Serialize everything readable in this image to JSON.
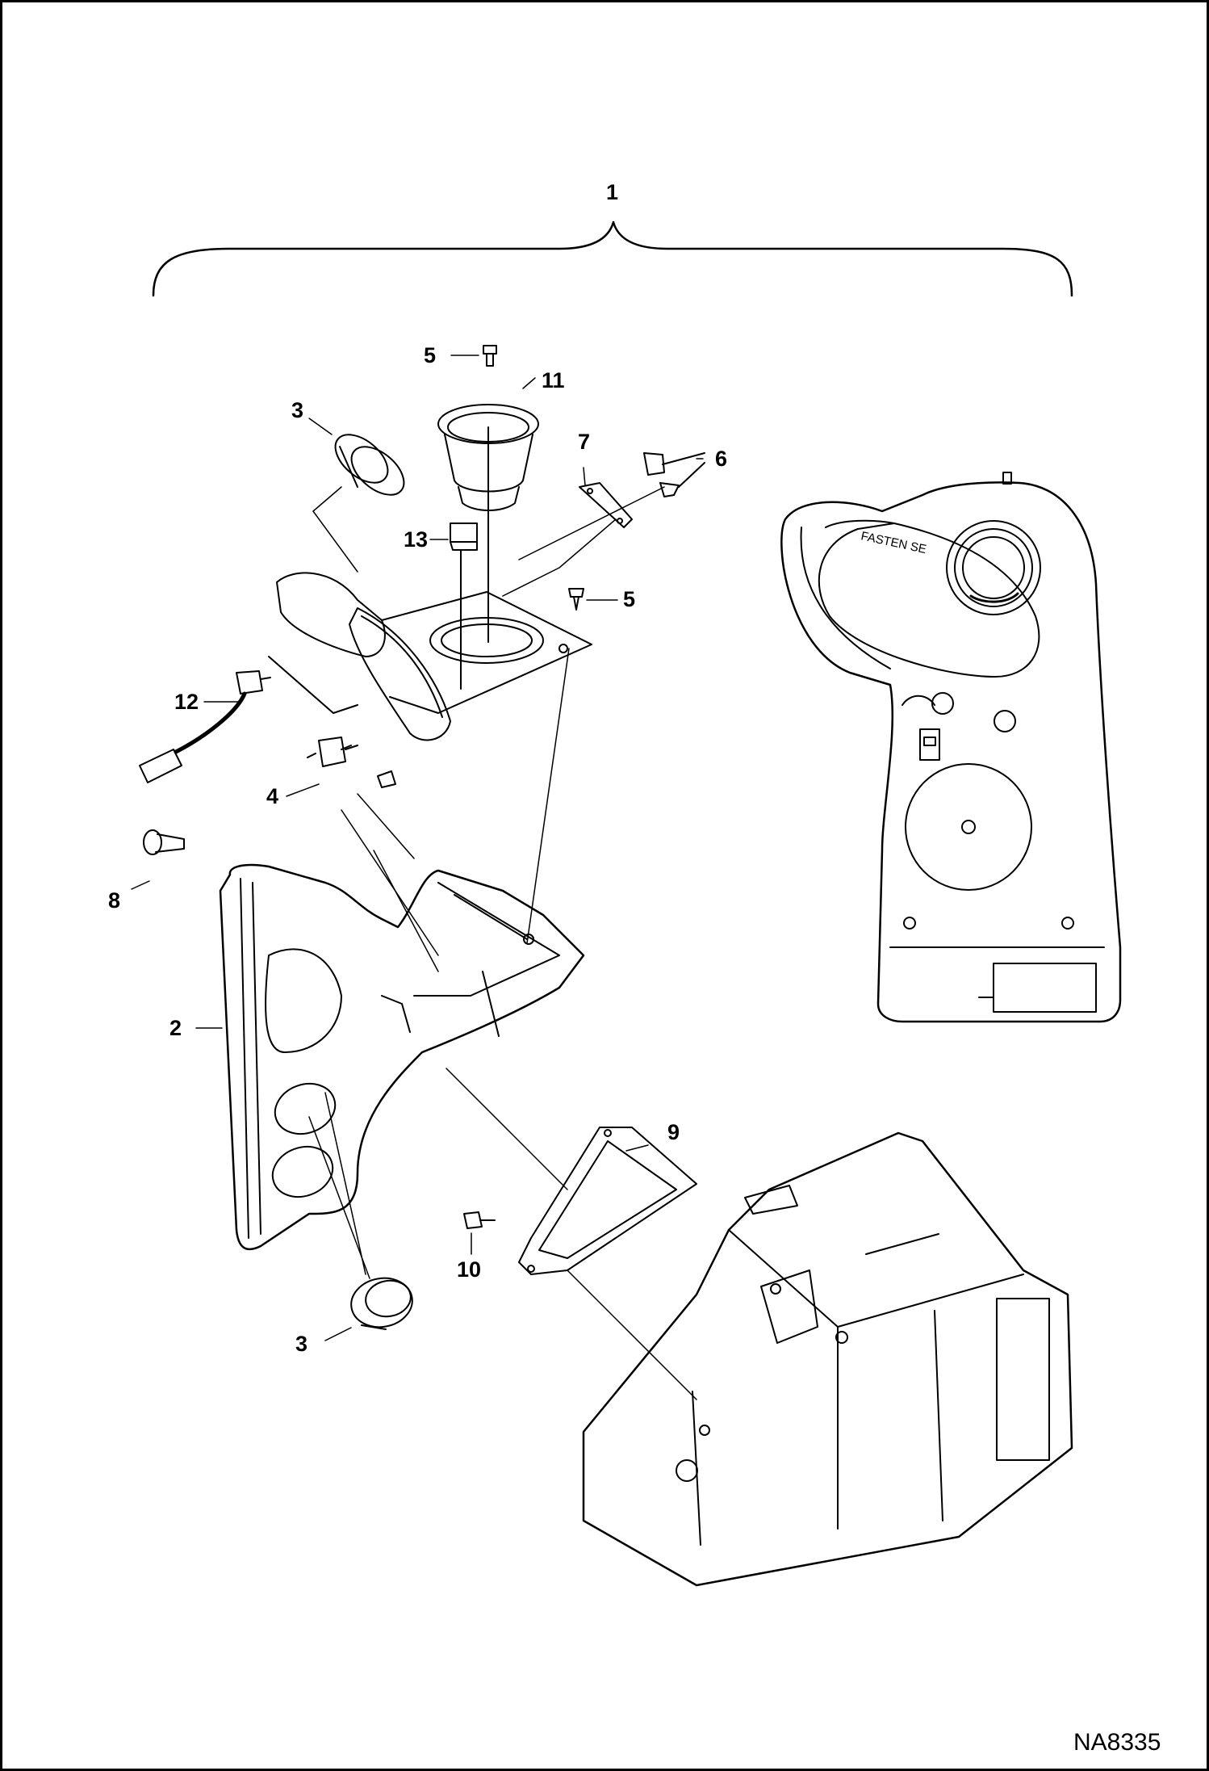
{
  "callouts": {
    "c1": "1",
    "c2": "2",
    "c3a": "3",
    "c3b": "3",
    "c4": "4",
    "c5a": "5",
    "c5b": "5",
    "c6": "6",
    "c7": "7",
    "c8": "8",
    "c9": "9",
    "c10": "10",
    "c11": "11",
    "c12": "12",
    "c13": "13"
  },
  "panel_text": "FASTEN SE",
  "drawing_code": "NA8335",
  "colors": {
    "line": "#000000",
    "background": "#ffffff"
  }
}
